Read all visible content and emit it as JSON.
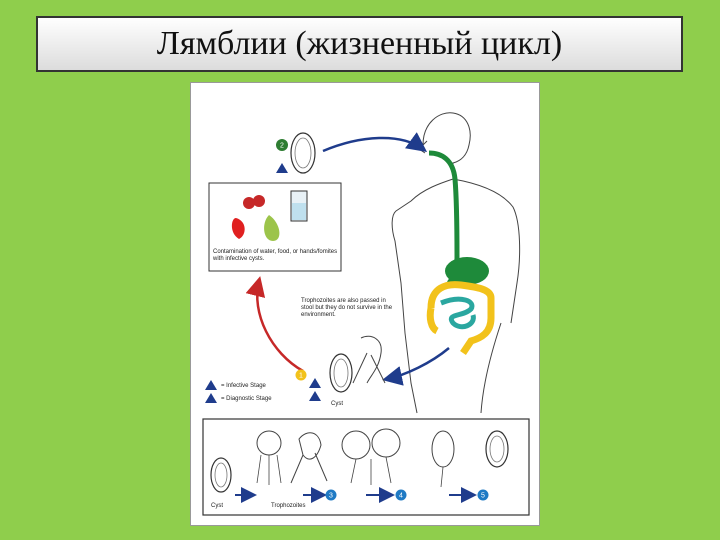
{
  "slide": {
    "title": "Лямблии (жизненный цикл)"
  },
  "diagram": {
    "contamination_text": "Contamination of water, food, or hands/fomites with infective cysts.",
    "trophozoite_note": "Trophozoites are also passed in stool but they do not survive in the environment.",
    "legend": {
      "infective": "= Infective Stage",
      "diagnostic": "= Diagnostic Stage"
    },
    "labels": {
      "cyst_upper": "Cyst",
      "cyst_lower": "Cyst",
      "trophozoites": "Trophozoites"
    },
    "step_numbers": [
      "1",
      "2",
      "3",
      "4",
      "5"
    ],
    "colors": {
      "background": "#8fce4c",
      "arrow_blue": "#1f3c8c",
      "arrow_red": "#c62828",
      "gut_green": "#1e8a3a",
      "colon_yellow": "#f2c21b",
      "intestine_teal": "#2aa7a0"
    }
  }
}
